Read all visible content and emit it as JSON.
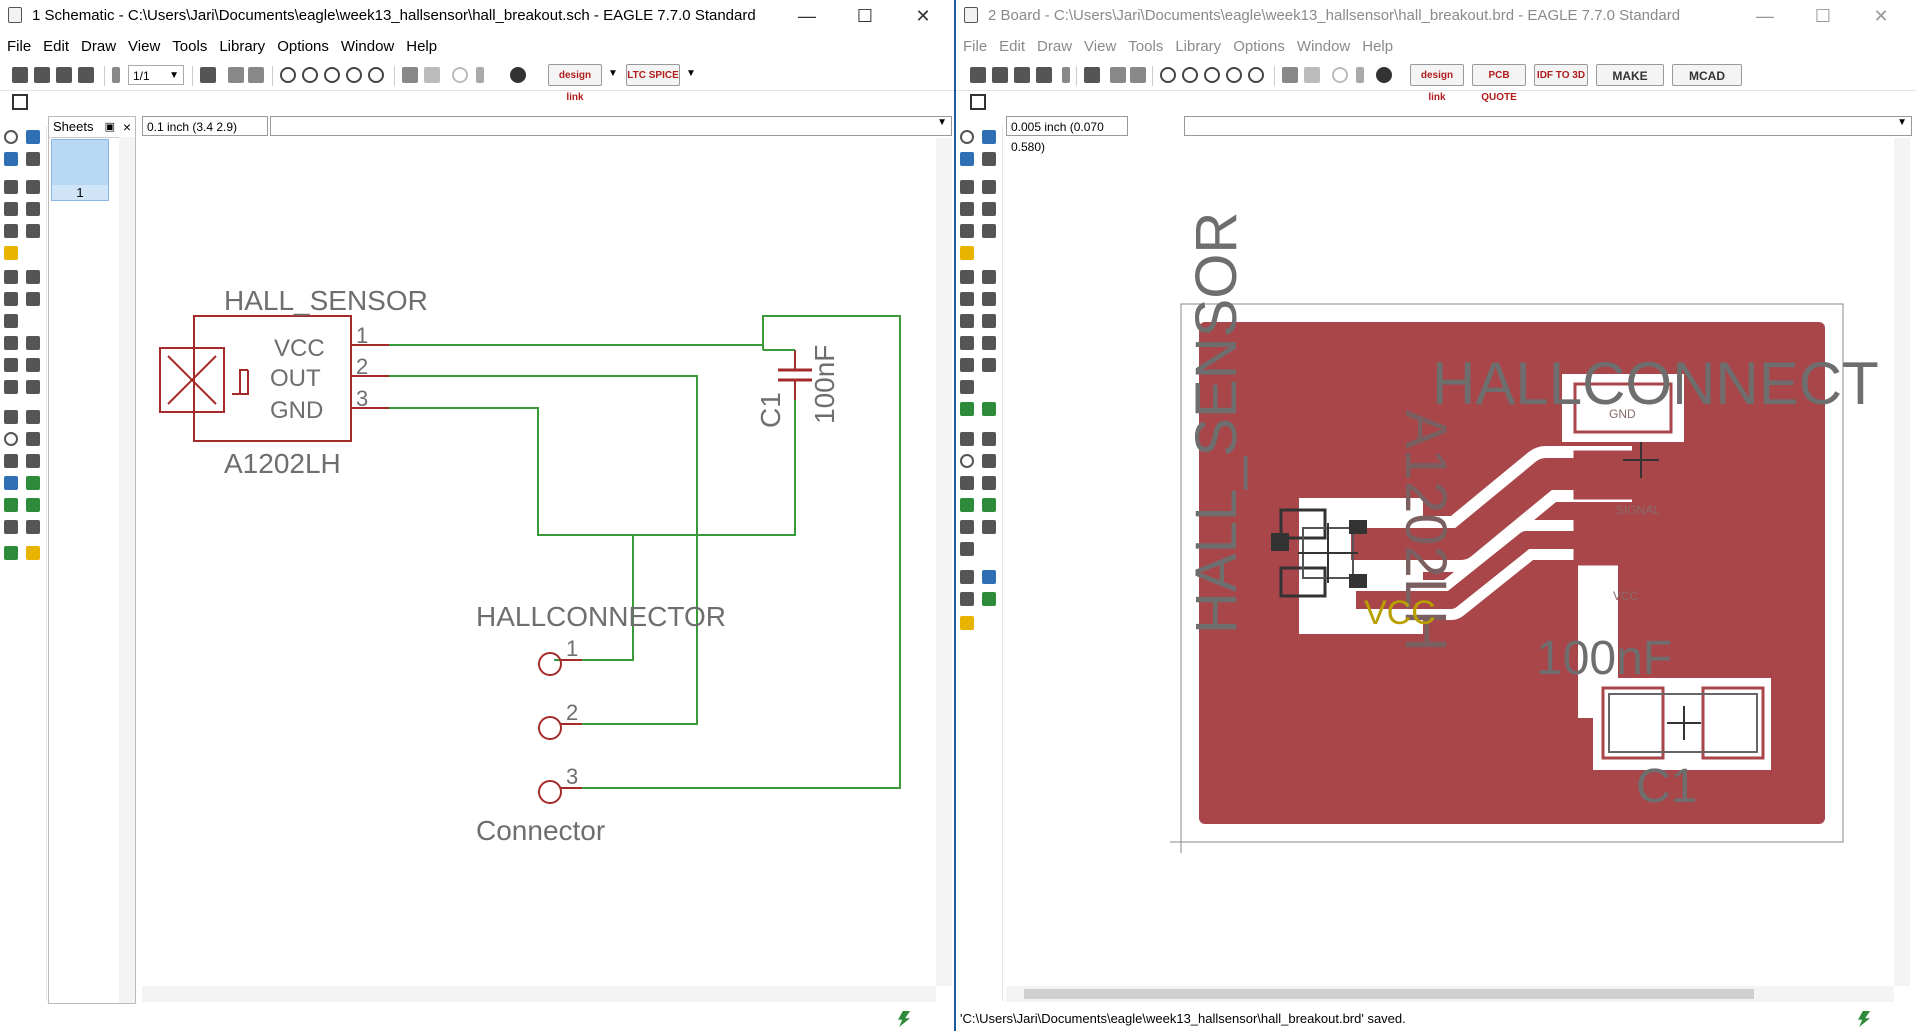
{
  "schematic_window": {
    "title": "1 Schematic - C:\\Users\\Jari\\Documents\\eagle\\week13_hallsensor\\hall_breakout.sch - EAGLE 7.7.0 Standard",
    "menu": [
      "File",
      "Edit",
      "Draw",
      "View",
      "Tools",
      "Library",
      "Options",
      "Window",
      "Help"
    ],
    "sheet_combo": "1/1",
    "toolbar_badges": [
      "design link",
      "LTC SPICE"
    ],
    "coord": "0.1 inch (3.4 2.9)",
    "sheets_panel": {
      "title": "Sheets",
      "close": "×",
      "sheet_number": "1"
    },
    "canvas": {
      "part_name": "HALL_SENSOR",
      "part_value": "A1202LH",
      "pins": {
        "vcc": "VCC",
        "out": "OUT",
        "gnd": "GND"
      },
      "pin_numbers": [
        "1",
        "2",
        "3"
      ],
      "cap_name": "C1",
      "cap_value": "100nF",
      "connector_name": "HALLCONNECTOR",
      "connector_value": "Connector",
      "connector_pins": [
        "1",
        "2",
        "3"
      ]
    }
  },
  "board_window": {
    "title": "2 Board - C:\\Users\\Jari\\Documents\\eagle\\week13_hallsensor\\hall_breakout.brd - EAGLE 7.7.0 Standard",
    "menu": [
      "File",
      "Edit",
      "Draw",
      "View",
      "Tools",
      "Library",
      "Options",
      "Window",
      "Help"
    ],
    "toolbar_badges": [
      "design link",
      "PCB QUOTE",
      "IDF TO 3D",
      "MAKE",
      "MCAD"
    ],
    "coord": "0.005 inch (0.070 0.580)",
    "canvas": {
      "hall_sensor": "HALL_SENSOR",
      "hall_value": "A1202LH",
      "hallconnect": "HALLCONNECT",
      "gnd_label": "GND",
      "signal_label": "SIGNAL",
      "vcc_pad_label": "VCC",
      "vcc_signal": "VCC",
      "cap_value": "100nF",
      "cap_name": "C1"
    },
    "status": "'C:\\Users\\Jari\\Documents\\eagle\\week13_hallsensor\\hall_breakout.brd' saved."
  },
  "colors": {
    "symbol": "#a52a2a",
    "net": "#3a9a3a",
    "copper": "#a8464a",
    "text_gray": "#6e6e6e",
    "accent": "#1e5a9c"
  }
}
